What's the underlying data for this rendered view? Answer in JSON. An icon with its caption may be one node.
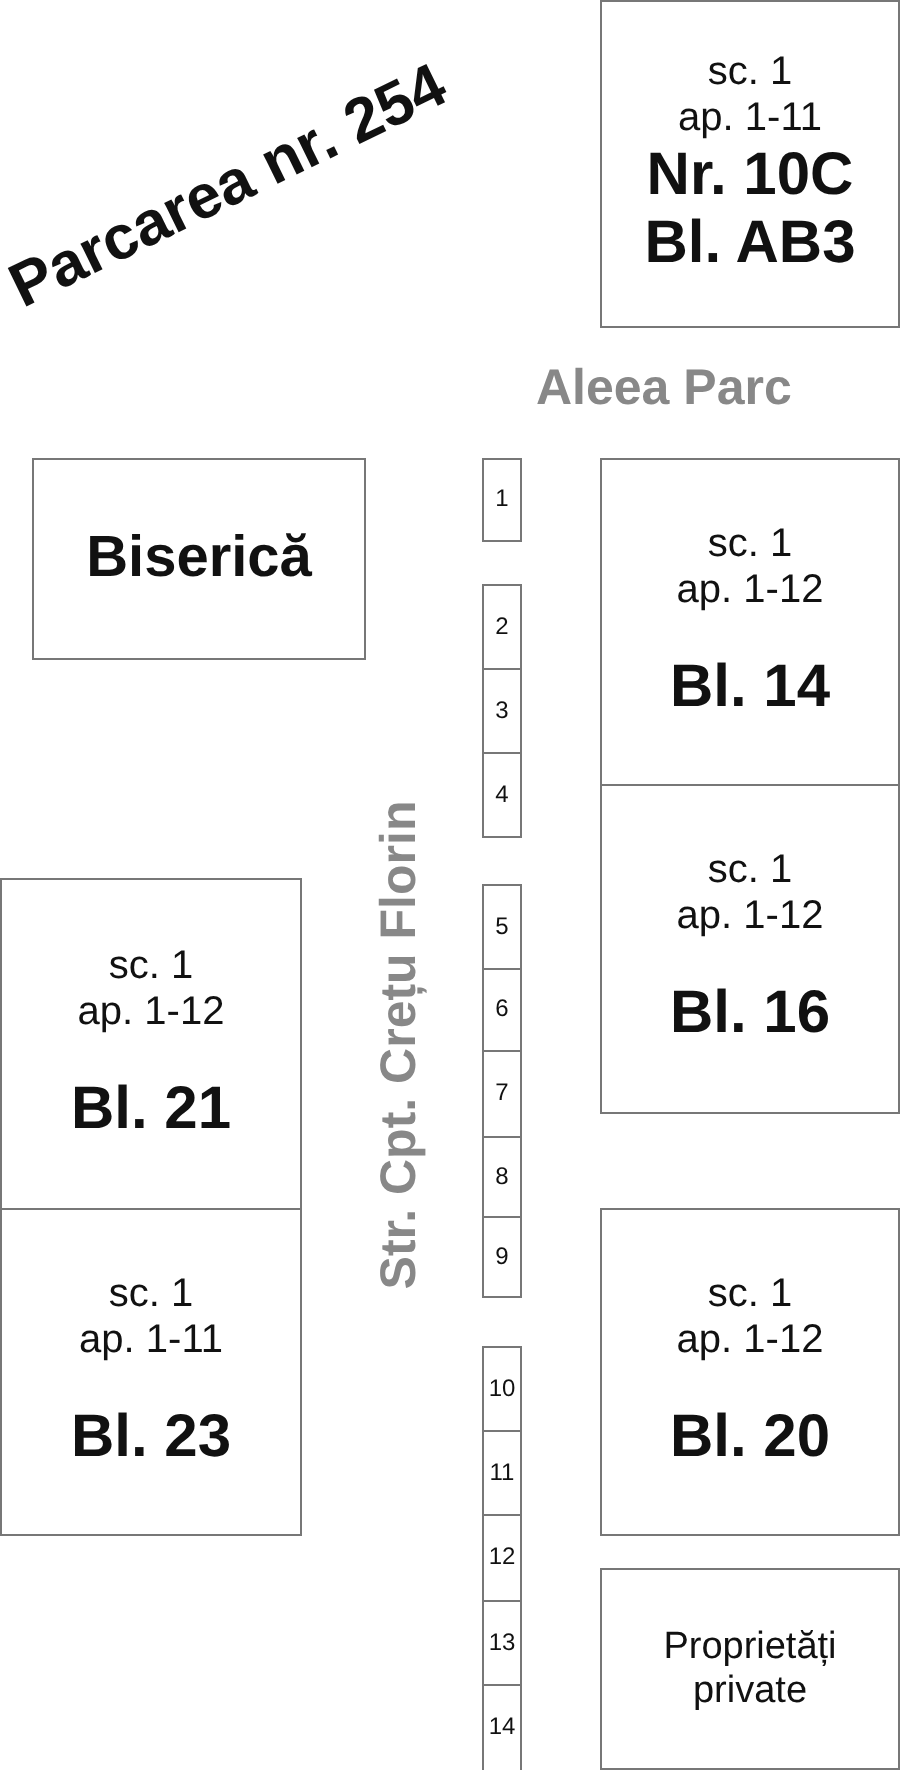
{
  "diagram": {
    "title": "Parcarea nr. 254",
    "nodes": [
      {
        "text": [
          "sc. 1",
          "ap. 1-11",
          "Nr. 10C",
          "Bl. AB3"
        ]
      },
      {
        "text": [
          "Biserică"
        ]
      },
      {
        "text": [
          "sc. 1",
          "ap. 1-12",
          "Bl. 14"
        ]
      },
      {
        "text": [
          "sc. 1",
          "ap. 1-12",
          "Bl. 16"
        ]
      },
      {
        "text": [
          "sc. 1",
          "ap. 1-12",
          "Bl. 21"
        ]
      },
      {
        "text": [
          "sc. 1",
          "ap. 1-11",
          "Bl. 23"
        ]
      },
      {
        "text": [
          "sc. 1",
          "ap. 1-12",
          "Bl. 20"
        ]
      },
      {
        "text": [
          "Proprietăți private"
        ]
      },
      {
        "text": [
          "1"
        ]
      },
      {
        "text": [
          "2"
        ]
      },
      {
        "text": [
          "3"
        ]
      },
      {
        "text": [
          "4"
        ]
      },
      {
        "text": [
          "5"
        ]
      },
      {
        "text": [
          "6"
        ]
      },
      {
        "text": [
          "7"
        ]
      },
      {
        "text": [
          "8"
        ]
      },
      {
        "text": [
          "9"
        ]
      },
      {
        "text": [
          "10"
        ]
      },
      {
        "text": [
          "11"
        ]
      },
      {
        "text": [
          "12"
        ]
      },
      {
        "text": [
          "13"
        ]
      },
      {
        "text": [
          "14"
        ]
      }
    ],
    "labels": [
      "Aleea Parc",
      "Str. Cpt. Crețu Florin"
    ]
  }
}
